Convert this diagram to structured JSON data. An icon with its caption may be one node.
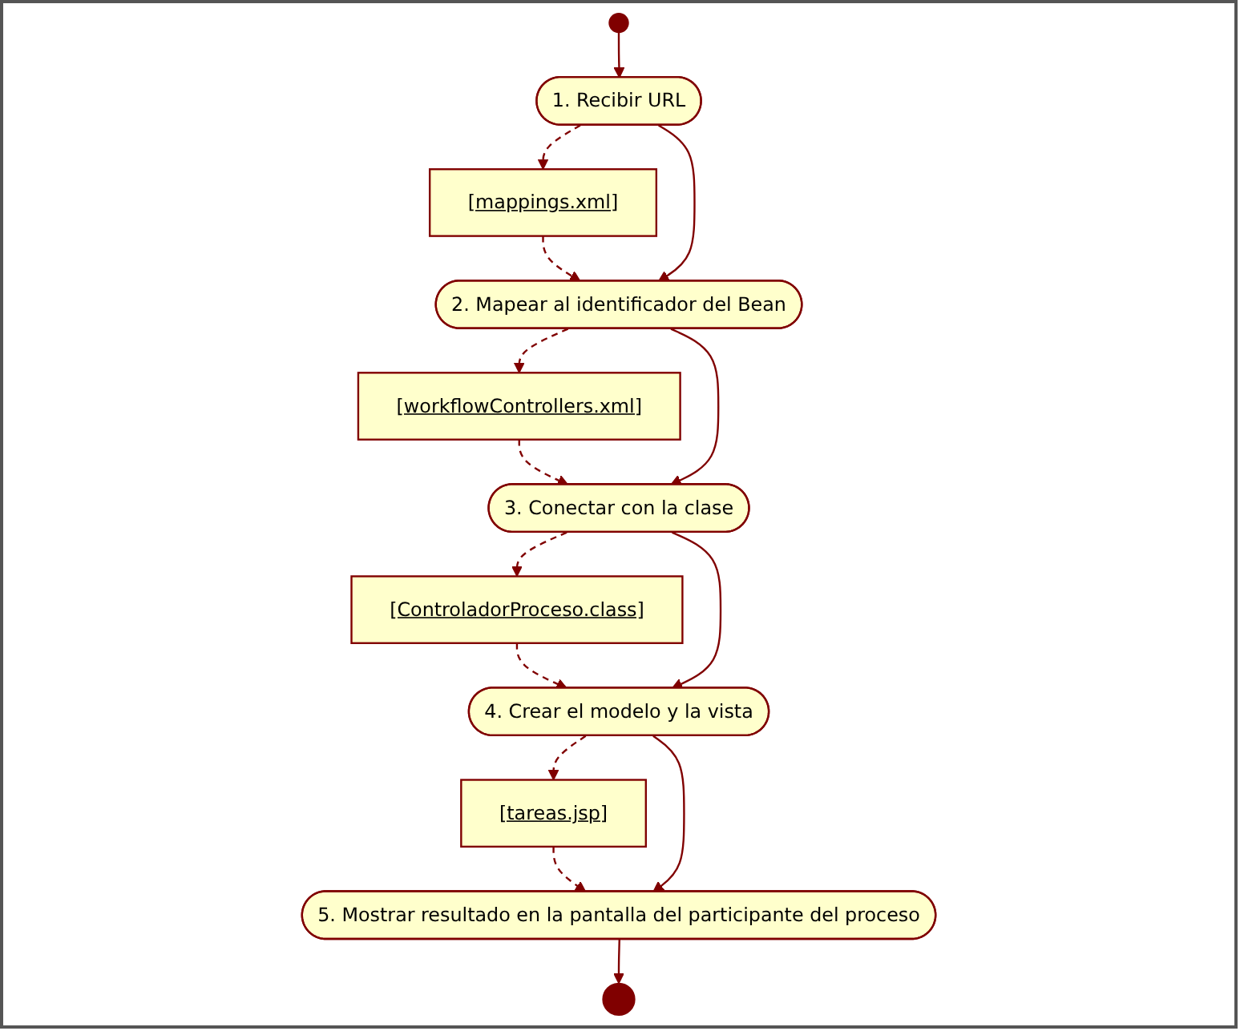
{
  "diagram": {
    "nodes": [
      {
        "text": [],
        "shape": "circle"
      },
      {
        "text": [
          "1. Recibir URL"
        ]
      },
      {
        "text": [
          "[mappings.xml]"
        ]
      },
      {
        "text": [
          "2. Mapear al identificador del Bean"
        ]
      },
      {
        "text": [
          "[workflowControllers.xml]"
        ]
      },
      {
        "text": [
          "3. Conectar con la clase"
        ]
      },
      {
        "text": [
          "[ControladorProceso.class]"
        ]
      },
      {
        "text": [
          "4. Crear el modelo y la vista"
        ]
      },
      {
        "text": [
          "[tareas.jsp]"
        ]
      },
      {
        "text": [
          "5. Mostrar resultado en la pantalla del participante del proceso"
        ]
      },
      {
        "text": [],
        "shape": "bullseye"
      }
    ],
    "edges": [
      {
        "from": 0,
        "to": 1,
        "arrow": "to"
      },
      {
        "from": 1,
        "to": 2,
        "arrow": "to",
        "style": "dashed"
      },
      {
        "from": 2,
        "to": 3,
        "arrow": "to",
        "style": "dashed"
      },
      {
        "from": 1,
        "to": 3,
        "arrow": "to"
      },
      {
        "from": 3,
        "to": 4,
        "arrow": "to",
        "style": "dashed"
      },
      {
        "from": 4,
        "to": 5,
        "arrow": "to",
        "style": "dashed"
      },
      {
        "from": 3,
        "to": 5,
        "arrow": "to"
      },
      {
        "from": 5,
        "to": 6,
        "arrow": "to",
        "style": "dashed"
      },
      {
        "from": 6,
        "to": 7,
        "arrow": "to",
        "style": "dashed"
      },
      {
        "from": 5,
        "to": 7,
        "arrow": "to"
      },
      {
        "from": 7,
        "to": 8,
        "arrow": "to",
        "style": "dashed"
      },
      {
        "from": 8,
        "to": 9,
        "arrow": "to",
        "style": "dashed"
      },
      {
        "from": 7,
        "to": 9,
        "arrow": "to"
      },
      {
        "from": 9,
        "to": 10,
        "arrow": "to"
      }
    ]
  }
}
